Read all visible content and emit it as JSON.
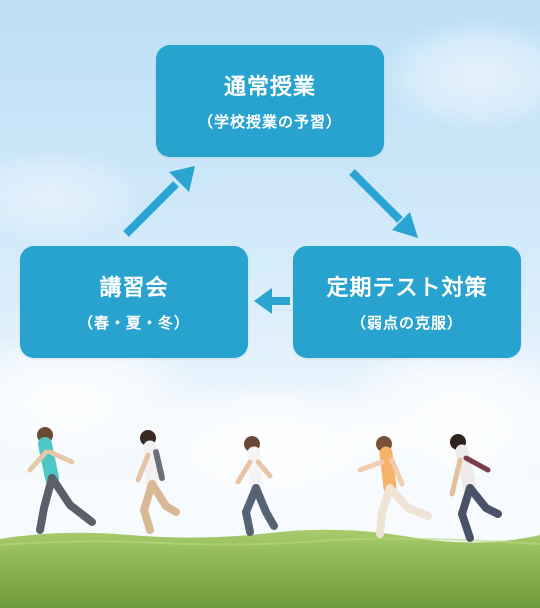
{
  "cycle": {
    "top": {
      "title": "通常授業",
      "subtitle": "（学校授業の予習）"
    },
    "right": {
      "title": "定期テスト対策",
      "subtitle": "（弱点の克服）"
    },
    "left": {
      "title": "講習会",
      "subtitle": "（春・夏・冬）"
    }
  },
  "colors": {
    "box_fill": "#28a3cf",
    "arrow": "#2aa5d2",
    "text": "#ffffff",
    "grass": "#8fba55"
  },
  "icons": [
    "arrow-up-right-icon",
    "arrow-down-right-icon",
    "arrow-left-icon"
  ]
}
